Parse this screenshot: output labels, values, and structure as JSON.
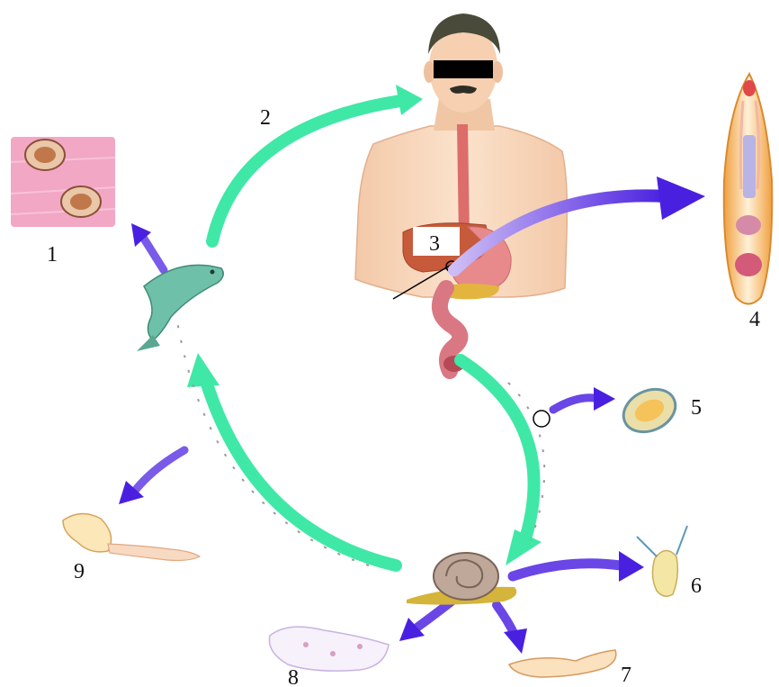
{
  "labels": {
    "n1": "1",
    "n2": "2",
    "n3": "3",
    "n4": "4",
    "n5": "5",
    "n6": "6",
    "n7": "7",
    "n8": "8",
    "n9": "9"
  },
  "colors": {
    "cycle_arrow": "#3fe8a6",
    "stage_arrow": "#5b2ee0",
    "skin": "#f6d4b6",
    "hair": "#4a4a3a",
    "liver": "#c65a3a",
    "gut": "#d97883",
    "fish": "#6fc0a8",
    "snail_shell": "#bfa79a",
    "tissue": "#f2a7c4"
  }
}
